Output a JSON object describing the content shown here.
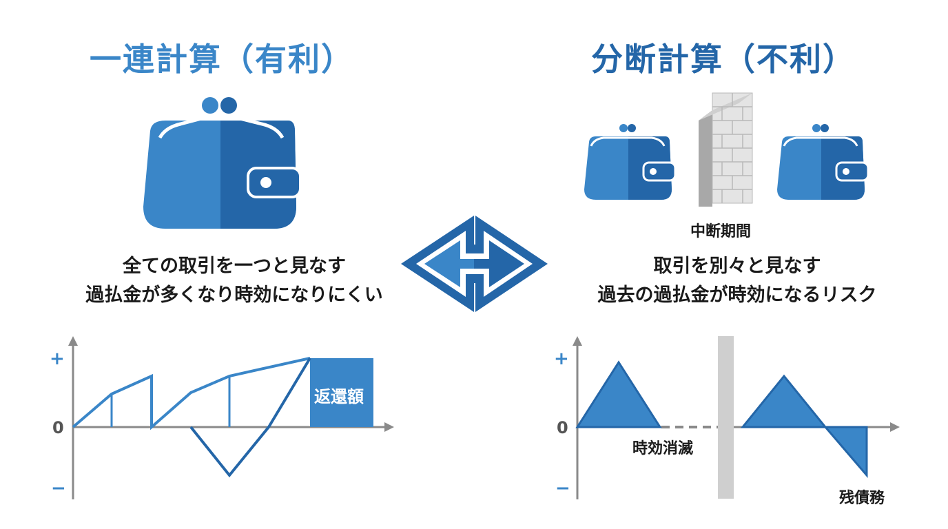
{
  "left": {
    "title": "一連計算（有利）",
    "desc_line1": "全ての取引を一つと見なす",
    "desc_line2": "過払金が多くなり時効になりにくい",
    "chart_box_label": "返還額"
  },
  "right": {
    "title": "分断計算（不利）",
    "wall_label": "中断期間",
    "desc_line1": "取引を別々と見なす",
    "desc_line2": "過去の過払金が時効になるリスク",
    "expired_label": "時効消滅",
    "residual_label": "残債務"
  },
  "axis": {
    "plus": "+",
    "zero": "0",
    "minus": "−"
  },
  "colors": {
    "blue_light": "#3a86c8",
    "blue_dark": "#2466a8",
    "gray_wall": "#cfcfcf",
    "axis_gray": "#8a8a8a"
  }
}
